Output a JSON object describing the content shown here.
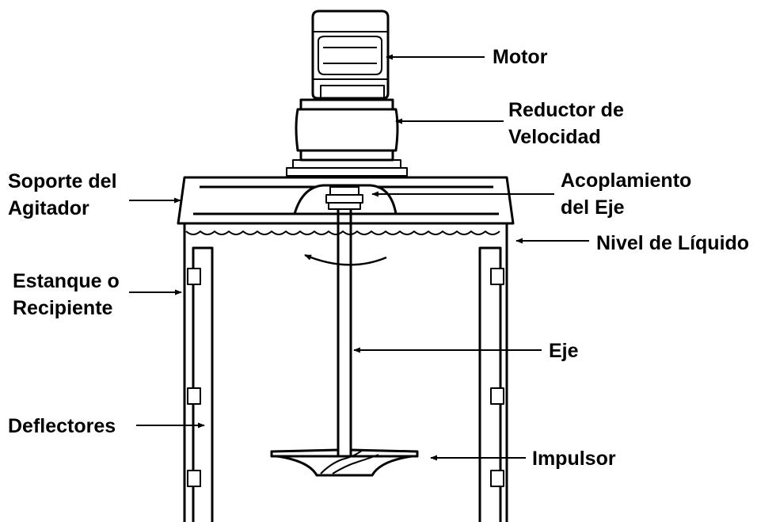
{
  "colors": {
    "ink": "#000000",
    "paper": "#ffffff"
  },
  "labels": {
    "motor": "Motor",
    "reductor": [
      "Reductor de",
      "Velocidad"
    ],
    "soporte": [
      "Soporte del",
      "Agitador"
    ],
    "acoplamiento": [
      "Acoplamiento",
      "del Eje"
    ],
    "nivel": "Nivel de Líquido",
    "estanque": [
      "Estanque o",
      "Recipiente"
    ],
    "eje": "Eje",
    "deflectores": "Deflectores",
    "impulsor": "Impulsor"
  }
}
